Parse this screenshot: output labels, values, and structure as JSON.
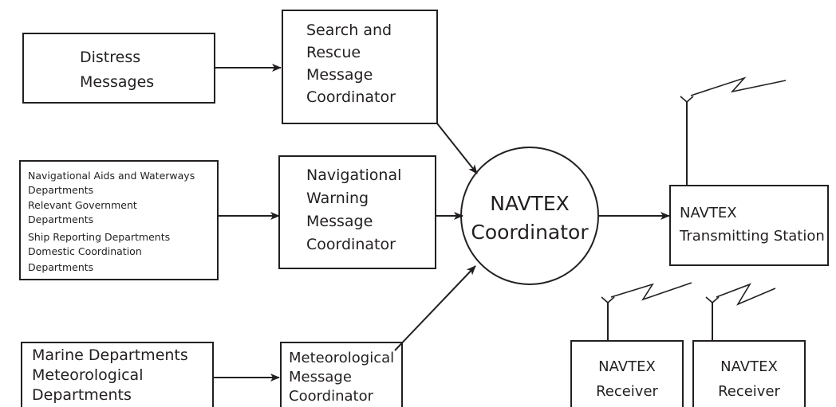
{
  "nodes": {
    "distress": {
      "lines": [
        "Distress",
        "Messages"
      ]
    },
    "sar_coordinator": {
      "lines": [
        "Search and",
        "Rescue",
        "Message",
        "Coordinator"
      ]
    },
    "nav_sources": {
      "lines": [
        "Navigational Aids and Waterways",
        "Departments",
        "Relevant Government",
        "Departments",
        "Ship Reporting Departments",
        "Domestic Coordination",
        "Departments"
      ]
    },
    "nav_coordinator": {
      "lines": [
        "Navigational",
        "Warning",
        "Message",
        "Coordinator"
      ]
    },
    "marine": {
      "lines": [
        "Marine Departments",
        "Meteorological",
        "Departments"
      ]
    },
    "met_coordinator": {
      "lines": [
        "Meteorological",
        "Message",
        "Coordinator"
      ]
    },
    "navtex_coordinator": {
      "lines": [
        "NAVTEX",
        "Coordinator"
      ]
    },
    "station": {
      "lines": [
        "NAVTEX",
        "Transmitting Station"
      ]
    },
    "receiver_1": {
      "lines": [
        "NAVTEX",
        "Receiver"
      ]
    },
    "receiver_2": {
      "lines": [
        "NAVTEX",
        "Receiver"
      ]
    }
  },
  "edges": [
    {
      "from": "distress",
      "to": "sar_coordinator"
    },
    {
      "from": "nav_sources",
      "to": "nav_coordinator"
    },
    {
      "from": "marine",
      "to": "met_coordinator"
    },
    {
      "from": "sar_coordinator",
      "to": "navtex_coordinator"
    },
    {
      "from": "nav_coordinator",
      "to": "navtex_coordinator"
    },
    {
      "from": "met_coordinator",
      "to": "navtex_coordinator"
    },
    {
      "from": "navtex_coordinator",
      "to": "station"
    }
  ],
  "icons": [
    "antenna-icon",
    "radio-signal-icon"
  ]
}
